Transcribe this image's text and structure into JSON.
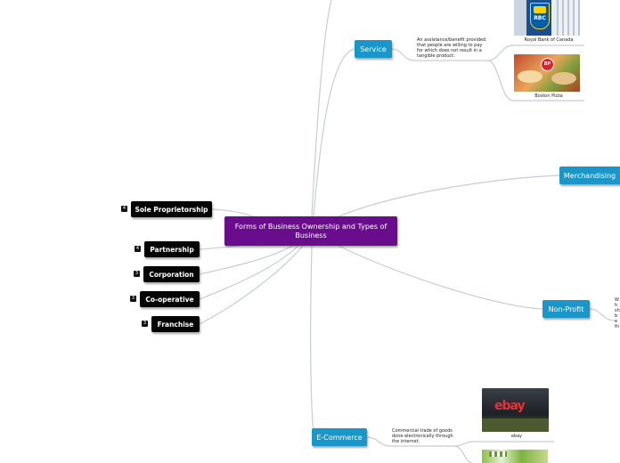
{
  "central": {
    "title": "Forms of Business Ownership and Types of Business"
  },
  "ownership": [
    {
      "label": "Sole Proprietorship",
      "badge": "4"
    },
    {
      "label": "Partnership",
      "badge": "4"
    },
    {
      "label": "Corporation",
      "badge": "3"
    },
    {
      "label": "Co-operative",
      "badge": "3"
    },
    {
      "label": "Franchise",
      "badge": "3"
    }
  ],
  "types": {
    "service": {
      "label": "Service",
      "note": "An assistance/benefit provided that people are willing to pay for which does not result in a tangible product.",
      "examples": [
        {
          "caption": "Royal Bank of Canada",
          "logo_text": "RBC"
        },
        {
          "caption": "Boston Pizza",
          "logo_text": "BP"
        }
      ]
    },
    "merchandising": {
      "label": "Merchandising"
    },
    "non_profit": {
      "label": "Non-Profit",
      "note_fragment": "Wh sh be th"
    },
    "ecommerce": {
      "label": "E-Commerce",
      "note": "Commercial trade of goods done electronically through the internet.",
      "examples": [
        {
          "caption": "ebay",
          "logo_text": "ebay"
        }
      ]
    }
  },
  "colors": {
    "central": "#6a0d8c",
    "ownership_node": "#050505",
    "type_node": "#1b96c8",
    "connector": "#c7cdd3",
    "ebay_red": "#e53238",
    "ebay_blue": "#0064d2",
    "ebay_yellow": "#f5af02",
    "ebay_green": "#86b817",
    "rbc_blue": "#005daa",
    "rbc_yellow": "#ffd200"
  }
}
